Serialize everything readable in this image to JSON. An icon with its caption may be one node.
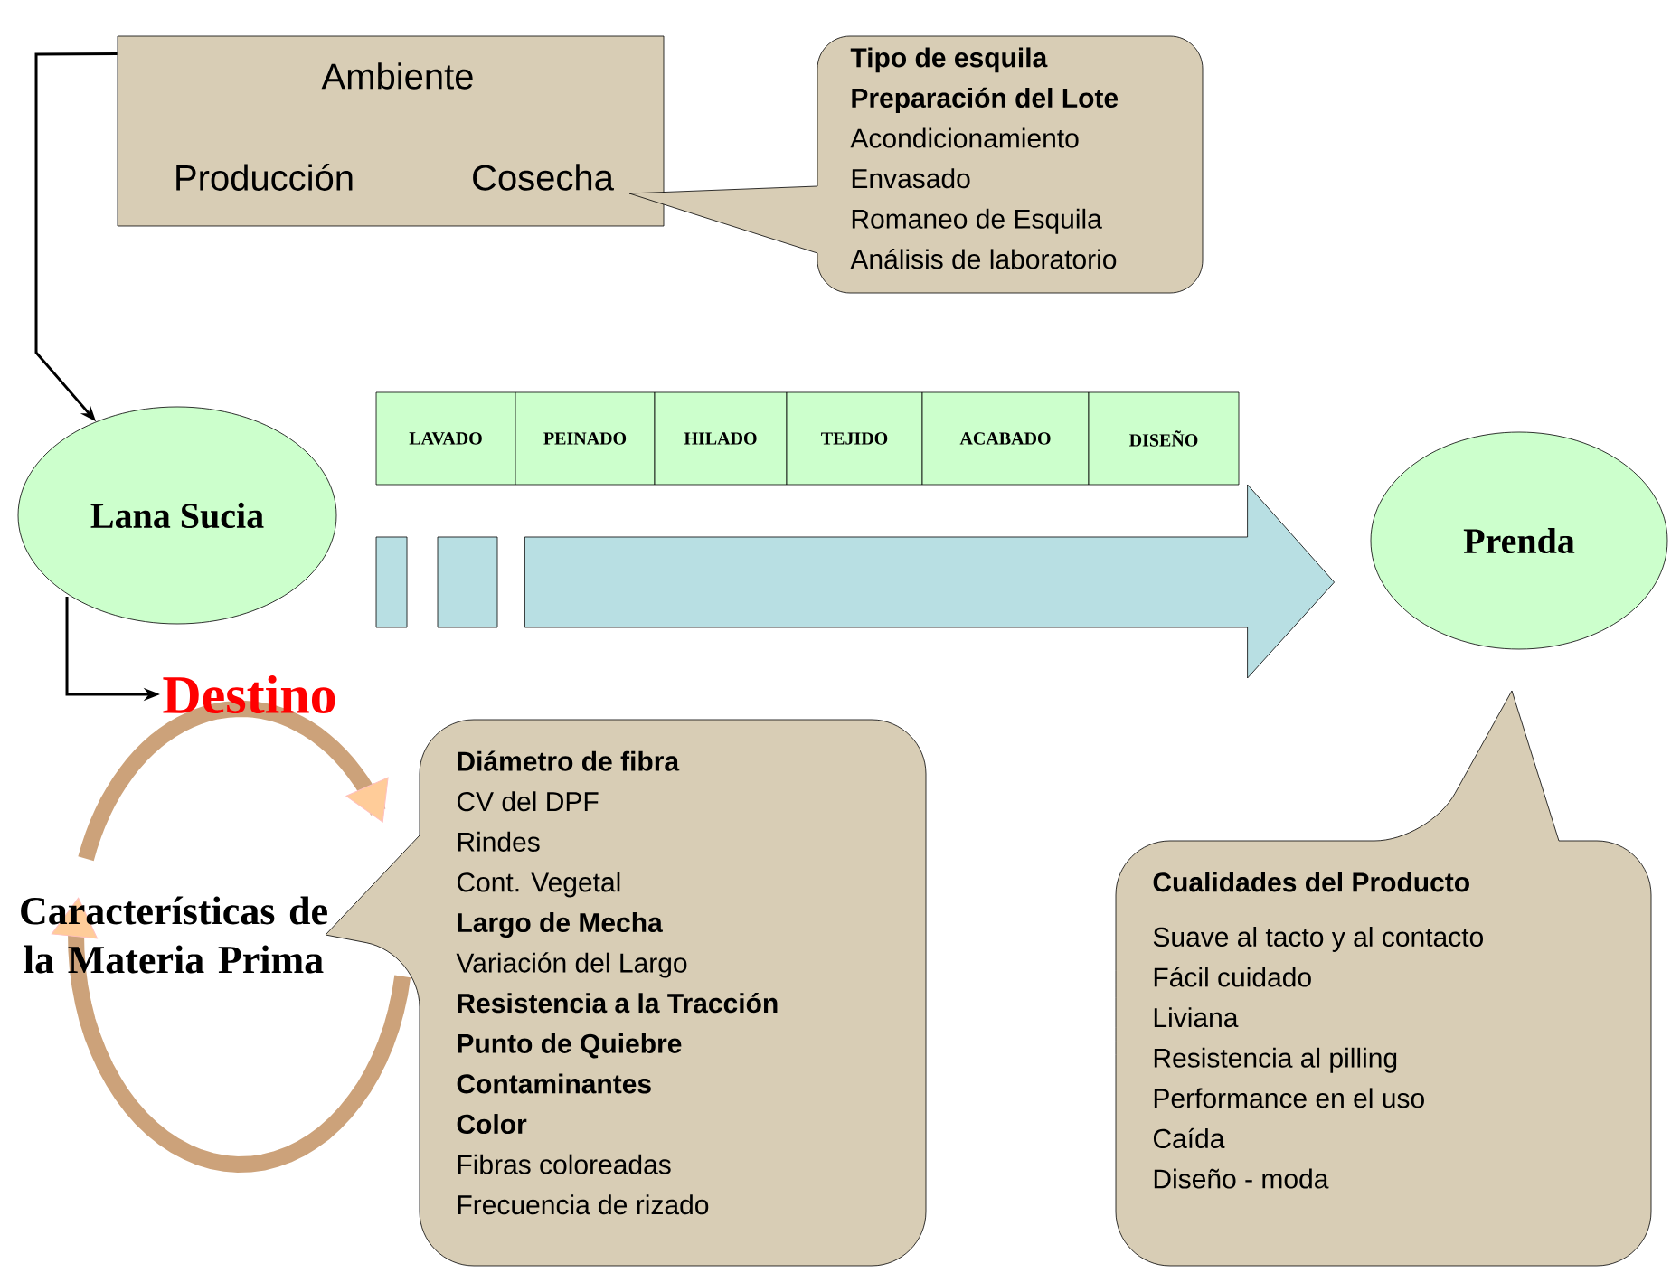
{
  "diagram": {
    "nodes": [
      {
        "text": [
          "Ambiente",
          "Producción",
          "Cosecha"
        ]
      },
      {
        "text": [
          "Tipo de esquila",
          "Preparación del Lote",
          "Acondicionamiento",
          "Envasado",
          "Romaneo de Esquila",
          "Análisis de laboratorio"
        ]
      },
      {
        "text": [
          "Lana Sucia"
        ]
      },
      {
        "text": [
          "LAVADO"
        ]
      },
      {
        "text": [
          "PEINADO"
        ]
      },
      {
        "text": [
          "HILADO"
        ]
      },
      {
        "text": [
          "TEJIDO"
        ]
      },
      {
        "text": [
          "ACABADO"
        ]
      },
      {
        "text": [
          "DISEÑO"
        ]
      },
      {
        "text": [
          "Prenda"
        ]
      },
      {
        "text": [
          "Destino"
        ]
      },
      {
        "text": [
          "Diámetro de fibra",
          "CV del DPF",
          "Rindes",
          "Cont. Vegetal",
          "Largo de Mecha",
          "Variación del Largo",
          "Resistencia a la Tracción",
          "Punto de Quiebre",
          "Contaminantes",
          "Color",
          "Fibras coloreadas",
          "Frecuencia de rizado"
        ]
      },
      {
        "text": [
          "Cualidades del Producto",
          "Suave al tacto y al contacto",
          "Fácil cuidado",
          "Liviana",
          "Resistencia al pilling",
          "Performance en el uso",
          "Caída",
          "Diseño - moda"
        ]
      }
    ],
    "edges": [
      {
        "from": 0,
        "to": 2,
        "arrow": "to"
      },
      {
        "from": 2,
        "to": 10,
        "arrow": "to"
      },
      {
        "from": 2,
        "to": 9,
        "arrow": "to"
      }
    ],
    "labels": [
      "Características de la Materia Prima"
    ]
  }
}
